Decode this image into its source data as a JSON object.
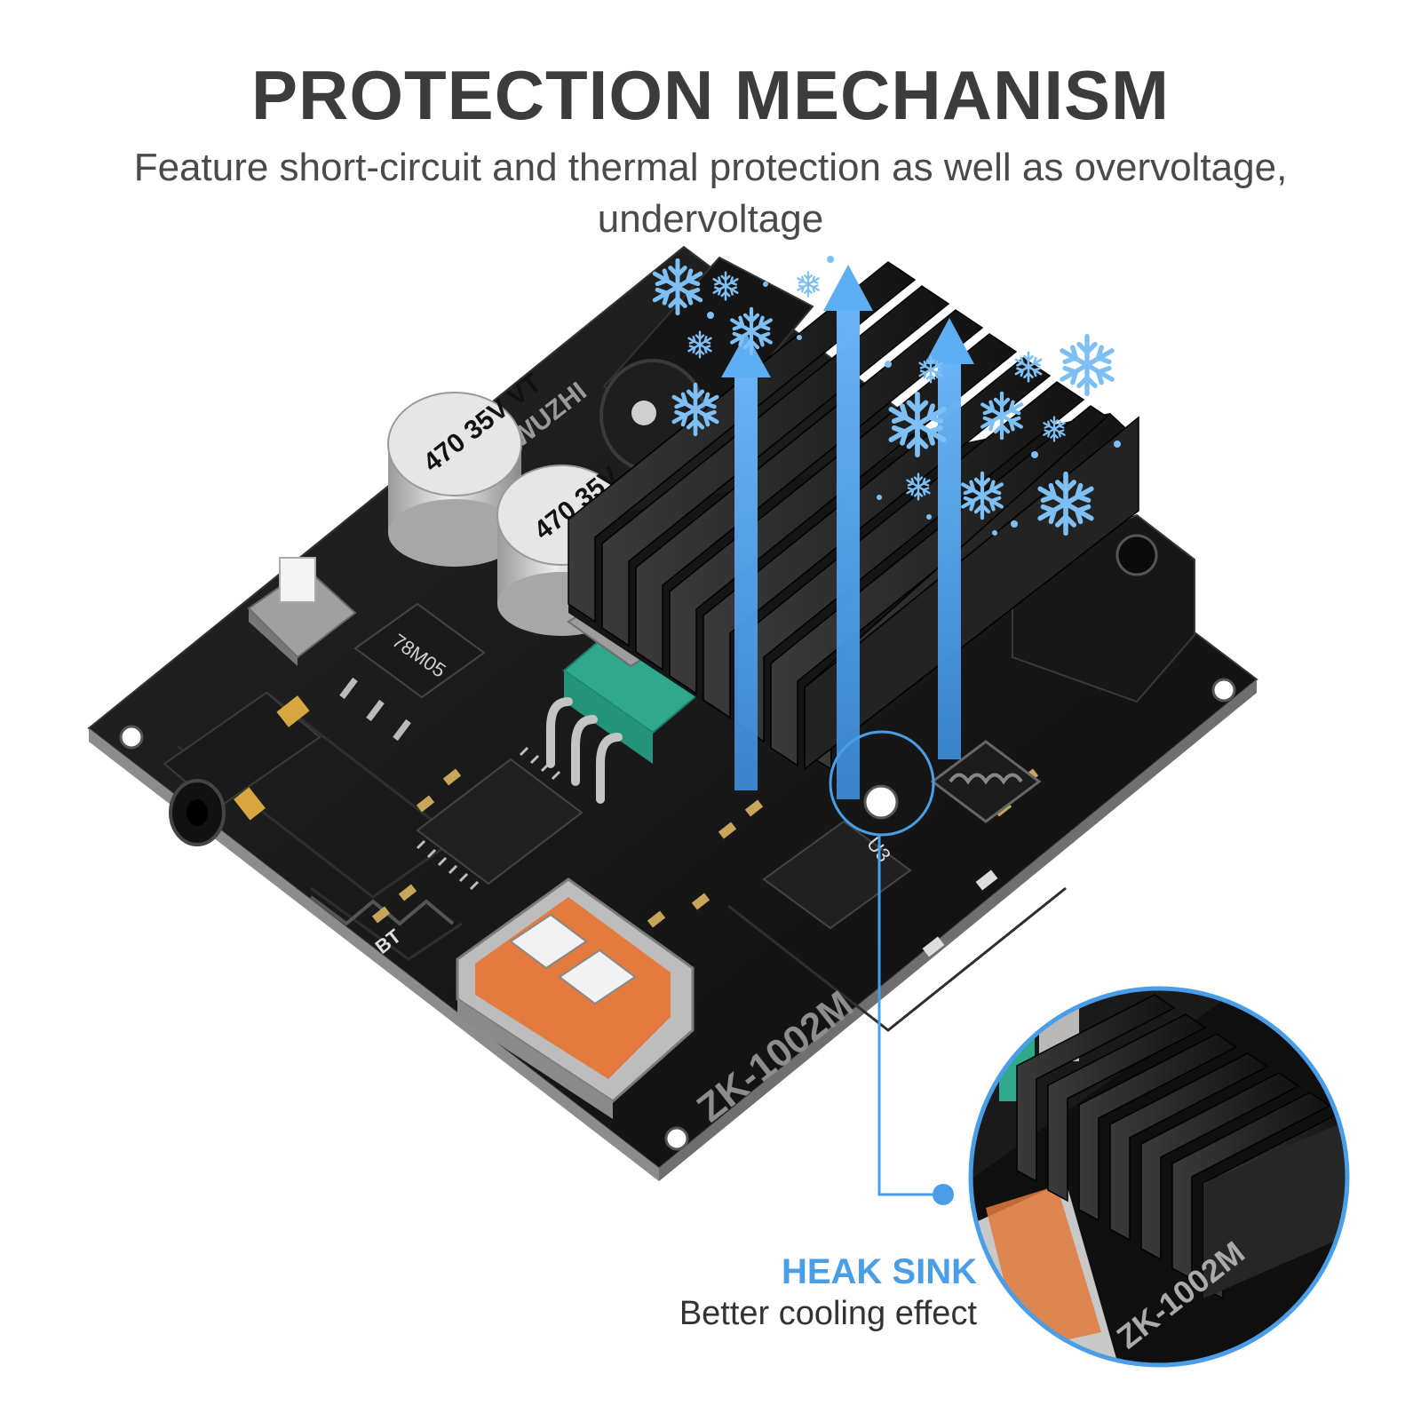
{
  "header": {
    "title": "PROTECTION MECHANISM",
    "subtitle": "Feature short-circuit and thermal protection as well as overvoltage, undervoltage"
  },
  "board": {
    "model_label": "ZK-1002M",
    "brand_label": "WUZHI",
    "cap1_label": "470 35V VT",
    "cap2_label": "470 35V",
    "regulator_label": "78M05",
    "chip_label": "U3",
    "bt_label": "BT"
  },
  "callout": {
    "title": "HEAK SINK",
    "text": "Better cooling effect"
  },
  "colors": {
    "accent": "#4a9ee8",
    "pcb": "#161616",
    "heatsink": "#1f1f1f",
    "title": "#3c3c3c"
  },
  "icons": [
    "snowflake-icon",
    "up-arrow-icon",
    "callout-dot-icon"
  ]
}
